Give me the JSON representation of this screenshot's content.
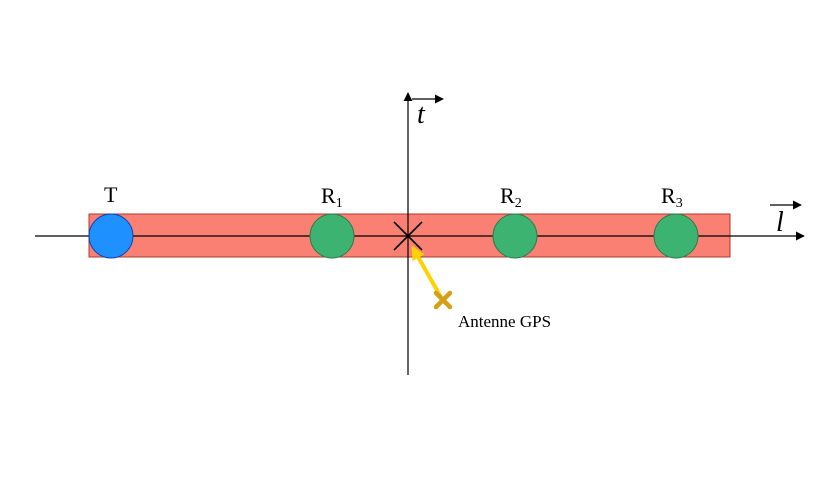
{
  "labels": {
    "transmitter": "T",
    "receiver_1": {
      "base": "R",
      "sub": "1"
    },
    "receiver_2": {
      "base": "R",
      "sub": "2"
    },
    "receiver_3": {
      "base": "R",
      "sub": "3"
    },
    "vertical_axis": "t",
    "horizontal_axis": "l",
    "gps_antenna": "Antenne GPS"
  },
  "colors": {
    "band_fill": "#f98072",
    "band_stroke": "#b03a2e",
    "transmitter_fill": "#1e90ff",
    "receiver_fill": "#3cb371",
    "receiver_stroke": "#2e7d4f",
    "gps_arrow": "#ffd100",
    "gps_marker": "#d4a017",
    "axis": "#000000"
  },
  "icons": {
    "origin": "cross-icon",
    "gps": "gps-cross-icon"
  }
}
